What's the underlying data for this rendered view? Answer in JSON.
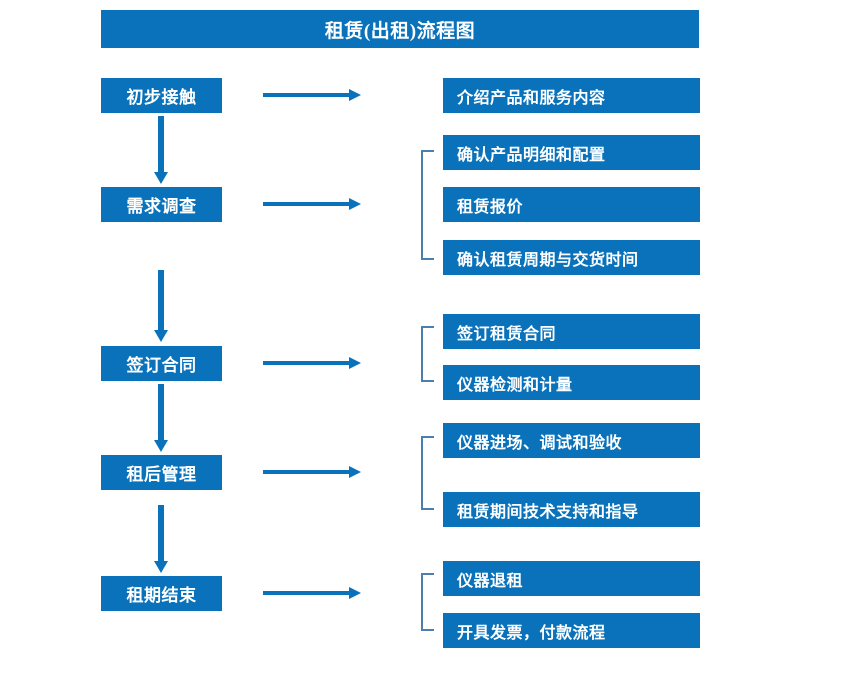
{
  "diagram": {
    "title": "租赁(出租)流程图",
    "accent_color": "#0a72ba",
    "bracket_color": "#4a7fae",
    "arrow_color": "#0a72ba",
    "text_color": "#ffffff",
    "background_color": "#ffffff",
    "type": "flowchart",
    "stages": [
      {
        "label": "初步接触"
      },
      {
        "label": "需求调查"
      },
      {
        "label": "签订合同"
      },
      {
        "label": "租后管理"
      },
      {
        "label": "租期结束"
      }
    ],
    "details": [
      {
        "label": "介绍产品和服务内容"
      },
      {
        "label": "确认产品明细和配置"
      },
      {
        "label": "租赁报价"
      },
      {
        "label": "确认租赁周期与交货时间"
      },
      {
        "label": "签订租赁合同"
      },
      {
        "label": "仪器检测和计量"
      },
      {
        "label": "仪器进场、调试和验收"
      },
      {
        "label": "租赁期间技术支持和指导"
      },
      {
        "label": "仪器退租"
      },
      {
        "label": "开具发票，付款流程"
      }
    ],
    "arrows": {
      "horizontal_count": 5,
      "vertical_count": 4
    },
    "brackets": {
      "count": 4
    }
  }
}
